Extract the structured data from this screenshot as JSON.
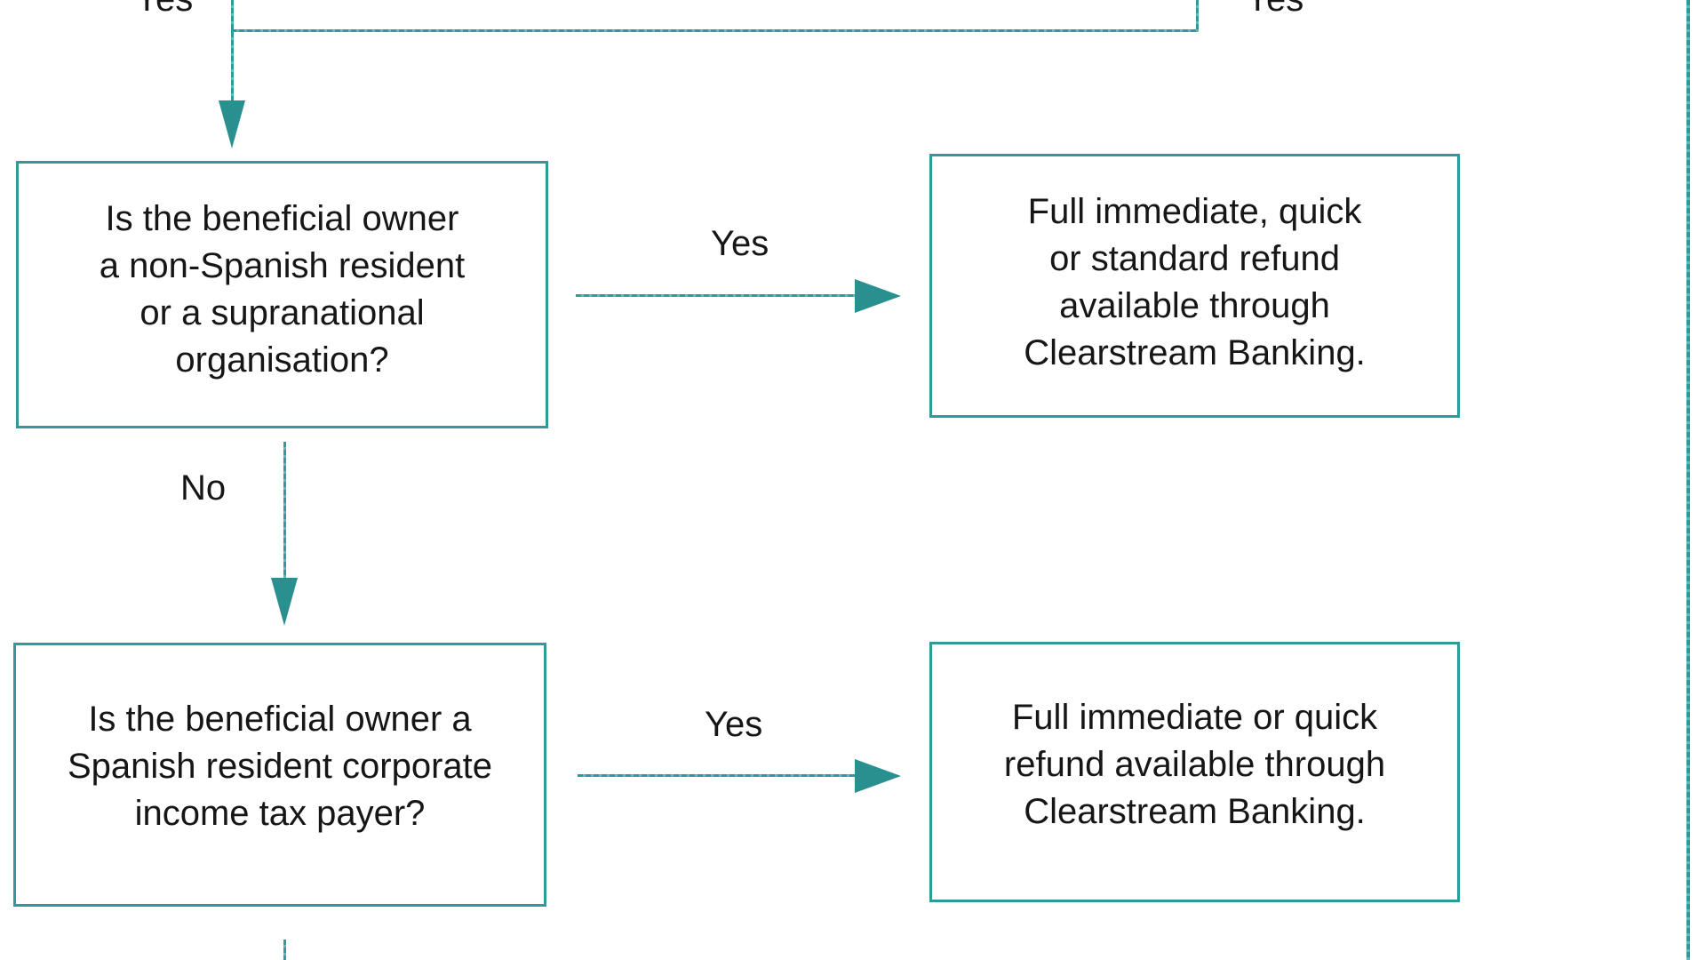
{
  "colors": {
    "line": "#2E9A9A",
    "arrow": "#2A8F8F",
    "text": "#161616",
    "background": "#FFFFFF"
  },
  "top_branch": {
    "left_label": "Yes",
    "right_label": "Yes"
  },
  "boxes": {
    "q1": {
      "lines": [
        "Is the beneficial owner",
        "a non-Spanish resident",
        "or a supranational",
        "organisation?"
      ]
    },
    "r1": {
      "lines": [
        "Full immediate, quick",
        "or standard refund",
        "available through",
        "Clearstream Banking."
      ]
    },
    "q2": {
      "lines": [
        "Is the beneficial owner a",
        "Spanish resident corporate",
        "income tax payer?"
      ]
    },
    "r2": {
      "lines": [
        "Full immediate or quick",
        "refund available through",
        "Clearstream Banking."
      ]
    }
  },
  "edges": {
    "q1_yes_label": "Yes",
    "q1_no_label": "No",
    "q2_yes_label": "Yes"
  }
}
